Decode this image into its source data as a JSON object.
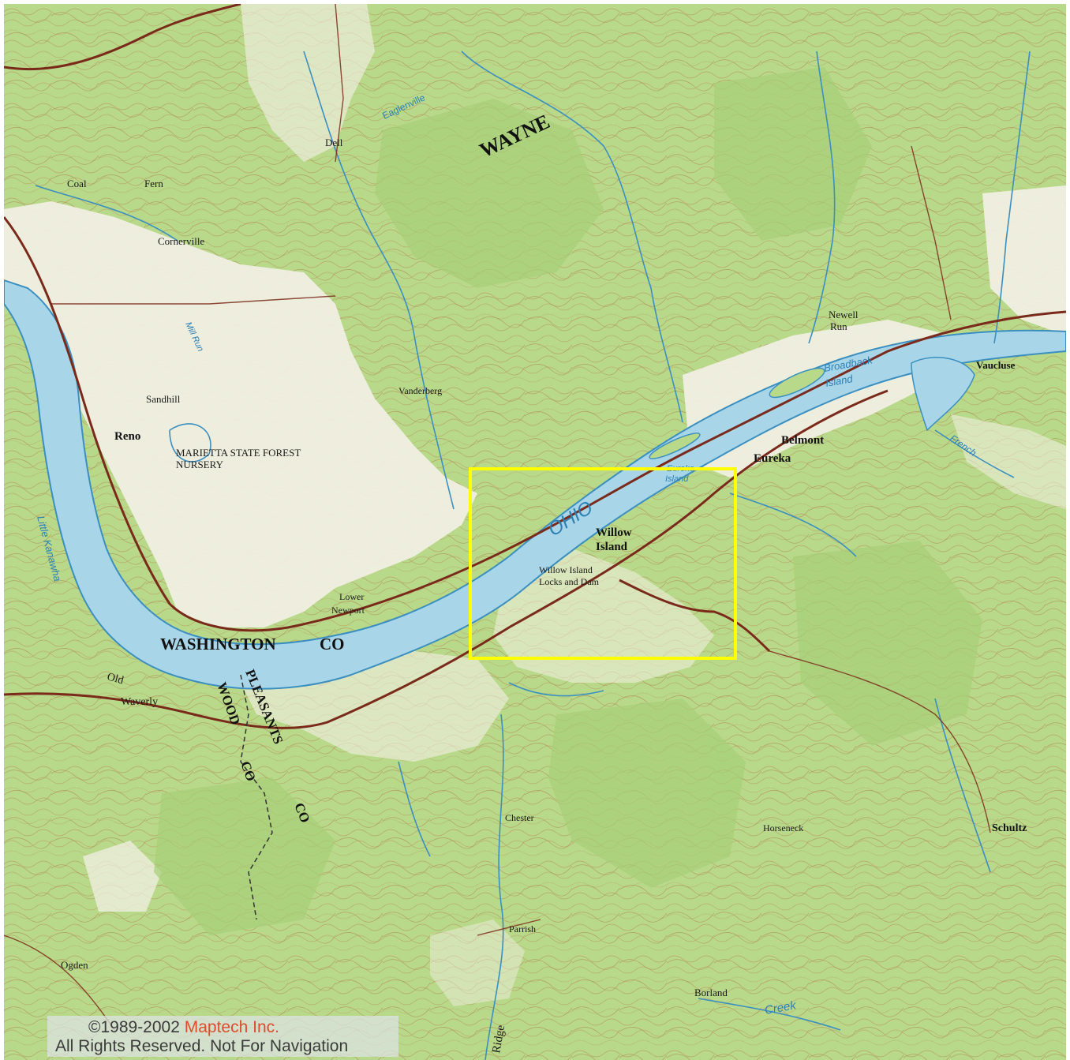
{
  "map": {
    "colors": {
      "forest": "#b9d98a",
      "forest_dark": "#9fca70",
      "open_land": "#f3f0e6",
      "water": "#a8d6e8",
      "water_outline": "#3b8fc0",
      "road": "#7a2a1a",
      "contour": "#b37a44",
      "highlight_box": "#ffff00"
    },
    "labels": {
      "wayne": "WAYNE",
      "dell": "Dell",
      "fern": "Fern",
      "eaglenville": "Eaglenville",
      "coal": "Coal",
      "cornerville": "Cornerville",
      "newell_run": "Newell",
      "newell_run2": "Run",
      "vaucluse": "Vaucluse",
      "broadback": "Broadback",
      "broadback2": "Island",
      "belmont": "Belmont",
      "eureka": "Eureka",
      "eureka_island": "Eureka",
      "eureka_island2": "Island",
      "sandhill": "Sandhill",
      "reno": "Reno",
      "marietta_nursery": "MARIETTA STATE FOREST",
      "marietta_nursery2": "NURSERY",
      "vanderberg": "Vanderberg",
      "ohio": "OHIO",
      "willow_island": "Willow",
      "willow_island2": "Island",
      "locks_dam": "Willow Island",
      "locks_dam2": "Locks and Dam",
      "lower_newport": "Lower",
      "lower_newport2": "Newport",
      "washington_co": "WASHINGTON",
      "washington_co2": "CO",
      "waverly": "Waverly",
      "old": "Old",
      "wood_co": "WOOD",
      "wood_co2": "CO",
      "pleasants_co": "PLEASANTS",
      "pleasants_co2": "CO",
      "little_kanawha": "Little Kanawha",
      "chester": "Chester",
      "horseneck": "Horseneck",
      "schultz": "Schultz",
      "parrish": "Parrish",
      "ogden": "Ogden",
      "borland": "Borland",
      "creek": "Creek",
      "ridge": "Ridge",
      "mill_run": "Mill Run",
      "french": "French"
    },
    "copyright": {
      "prefix": "©1989-2002 ",
      "company": "Maptech Inc.",
      "line2": "All Rights Reserved. Not For Navigation"
    }
  }
}
